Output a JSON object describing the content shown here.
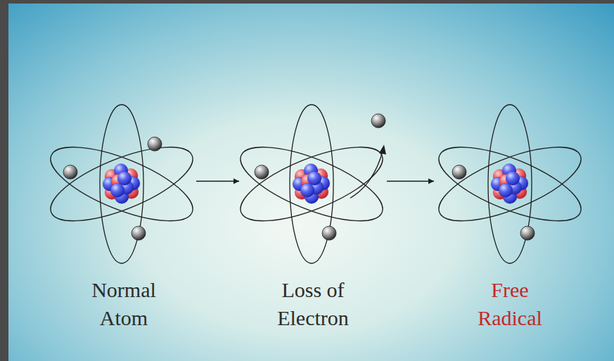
{
  "diagram": {
    "nodes": [
      {
        "text": [
          "Normal Atom"
        ]
      },
      {
        "text": [
          "Loss of Electron"
        ]
      },
      {
        "text": [
          "Free Radical"
        ]
      }
    ],
    "edges": [
      {
        "from": 0,
        "to": 1,
        "arrow": "to"
      },
      {
        "from": 1,
        "to": 2,
        "arrow": "to"
      }
    ]
  }
}
